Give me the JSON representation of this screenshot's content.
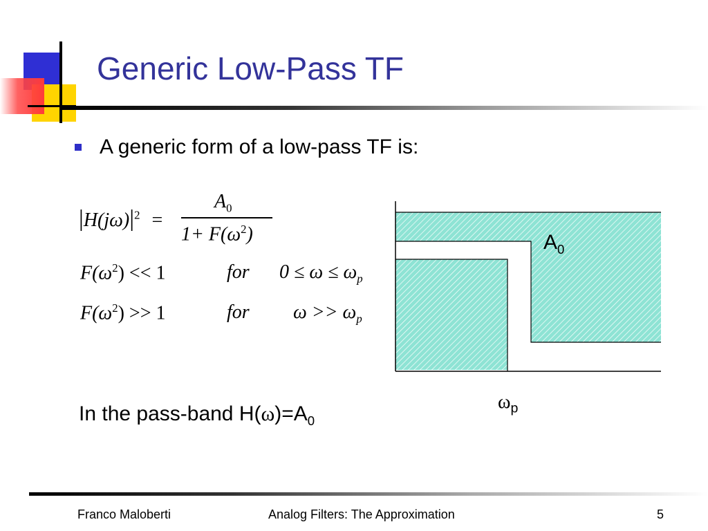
{
  "slide": {
    "title": "Generic Low-Pass TF",
    "bullet": "A generic form of a low-pass TF is:"
  },
  "equations": {
    "lhs_H": "H",
    "lhs_arg": "(jω)",
    "lhs_power": "2",
    "equals": "=",
    "numerator": "A",
    "numerator_sub": "0",
    "denominator": "1+ F(ω",
    "denominator_power": "2",
    "denominator_close": ")",
    "eq2_lhs": "F(ω",
    "eq2_power": "2",
    "eq2_rel": ") << 1",
    "eq2_for": "for",
    "eq2_cond": "0 ≤ ω ≤ ω",
    "eq2_cond_sub": "p",
    "eq3_lhs": "F(ω",
    "eq3_power": "2",
    "eq3_rel": ") >> 1",
    "eq3_for": "for",
    "eq3_cond": "ω >> ω",
    "eq3_cond_sub": "p"
  },
  "figure": {
    "gain_label": "A",
    "gain_label_sub": "0",
    "freq_label": "ω",
    "freq_label_sub": "p",
    "fill_color": "#8ee3d4",
    "hatch_color": "#ffffff"
  },
  "passband": {
    "text": "In the pass-band H(",
    "omega": "ω",
    "text_after": ")=A",
    "sub": "0"
  },
  "footer": {
    "author": "Franco Maloberti",
    "course": "Analog Filters: The Approximation",
    "page": "5"
  },
  "colors": {
    "title": "#33339a",
    "bullet": "#2e2ec8",
    "logo_blue": "#2f2fd4",
    "logo_yellow": "#ffd400",
    "logo_red": "#ff3b3b"
  }
}
